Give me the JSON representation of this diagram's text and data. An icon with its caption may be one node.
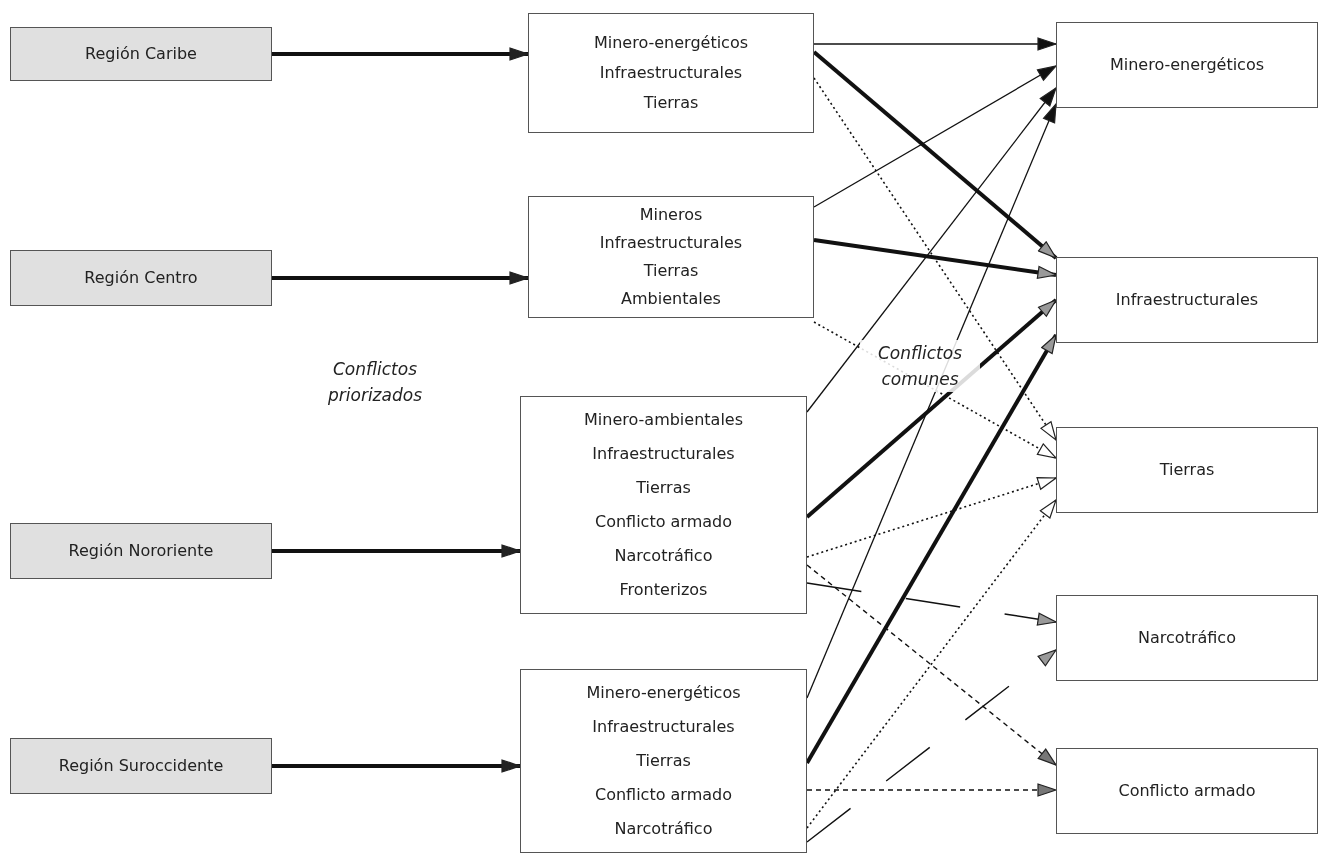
{
  "diagram": {
    "nodes": [
      {
        "text": [
          "Región Caribe"
        ]
      },
      {
        "text": [
          "Región Centro"
        ]
      },
      {
        "text": [
          "Región Nororiente"
        ]
      },
      {
        "text": [
          "Región Suroccidente"
        ]
      },
      {
        "text": [
          "Minero-energéticos",
          "Infraestructurales",
          "Tierras"
        ]
      },
      {
        "text": [
          "Mineros",
          "Infraestructurales",
          "Tierras",
          "Ambientales"
        ]
      },
      {
        "text": [
          "Minero-ambientales",
          "Infraestructurales",
          "Tierras",
          "Conflicto armado",
          "Narcotráfico",
          "Fronterizos"
        ]
      },
      {
        "text": [
          "Minero-energéticos",
          "Infraestructurales",
          "Tierras",
          "Conflicto armado",
          "Narcotráfico"
        ]
      },
      {
        "text": [
          "Minero-energéticos"
        ]
      },
      {
        "text": [
          "Infraestructurales"
        ]
      },
      {
        "text": [
          "Tierras"
        ]
      },
      {
        "text": [
          "Narcotráfico"
        ]
      },
      {
        "text": [
          "Conflicto armado"
        ]
      }
    ],
    "edges": [
      {
        "from": 0,
        "to": 4,
        "arrow": "to",
        "style": "thick"
      },
      {
        "from": 1,
        "to": 5,
        "arrow": "to",
        "style": "thick"
      },
      {
        "from": 2,
        "to": 6,
        "arrow": "to",
        "style": "thick"
      },
      {
        "from": 3,
        "to": 7,
        "arrow": "to",
        "style": "thick"
      },
      {
        "from": 4,
        "to": 8,
        "arrow": "to"
      },
      {
        "from": 4,
        "to": 9,
        "arrow": "to",
        "style": "thick"
      },
      {
        "from": 4,
        "to": 10,
        "arrow": "to",
        "style": "dashed"
      },
      {
        "from": 5,
        "to": 8,
        "arrow": "to"
      },
      {
        "from": 5,
        "to": 9,
        "arrow": "to",
        "style": "thick"
      },
      {
        "from": 5,
        "to": 10,
        "arrow": "to",
        "style": "dashed"
      },
      {
        "from": 6,
        "to": 8,
        "arrow": "to"
      },
      {
        "from": 6,
        "to": 9,
        "arrow": "to",
        "style": "thick"
      },
      {
        "from": 6,
        "to": 10,
        "arrow": "to",
        "style": "dashed"
      },
      {
        "from": 6,
        "to": 11,
        "arrow": "to",
        "style": "dashed"
      },
      {
        "from": 6,
        "to": 12,
        "arrow": "to",
        "style": "dashed"
      },
      {
        "from": 7,
        "to": 8,
        "arrow": "to"
      },
      {
        "from": 7,
        "to": 9,
        "arrow": "to",
        "style": "thick"
      },
      {
        "from": 7,
        "to": 10,
        "arrow": "to",
        "style": "dashed"
      },
      {
        "from": 7,
        "to": 11,
        "arrow": "to",
        "style": "dashed"
      },
      {
        "from": 7,
        "to": 12,
        "arrow": "to",
        "style": "dashed"
      }
    ],
    "labels": [
      "Conflictos priorizados",
      "Conflictos comunes"
    ]
  }
}
